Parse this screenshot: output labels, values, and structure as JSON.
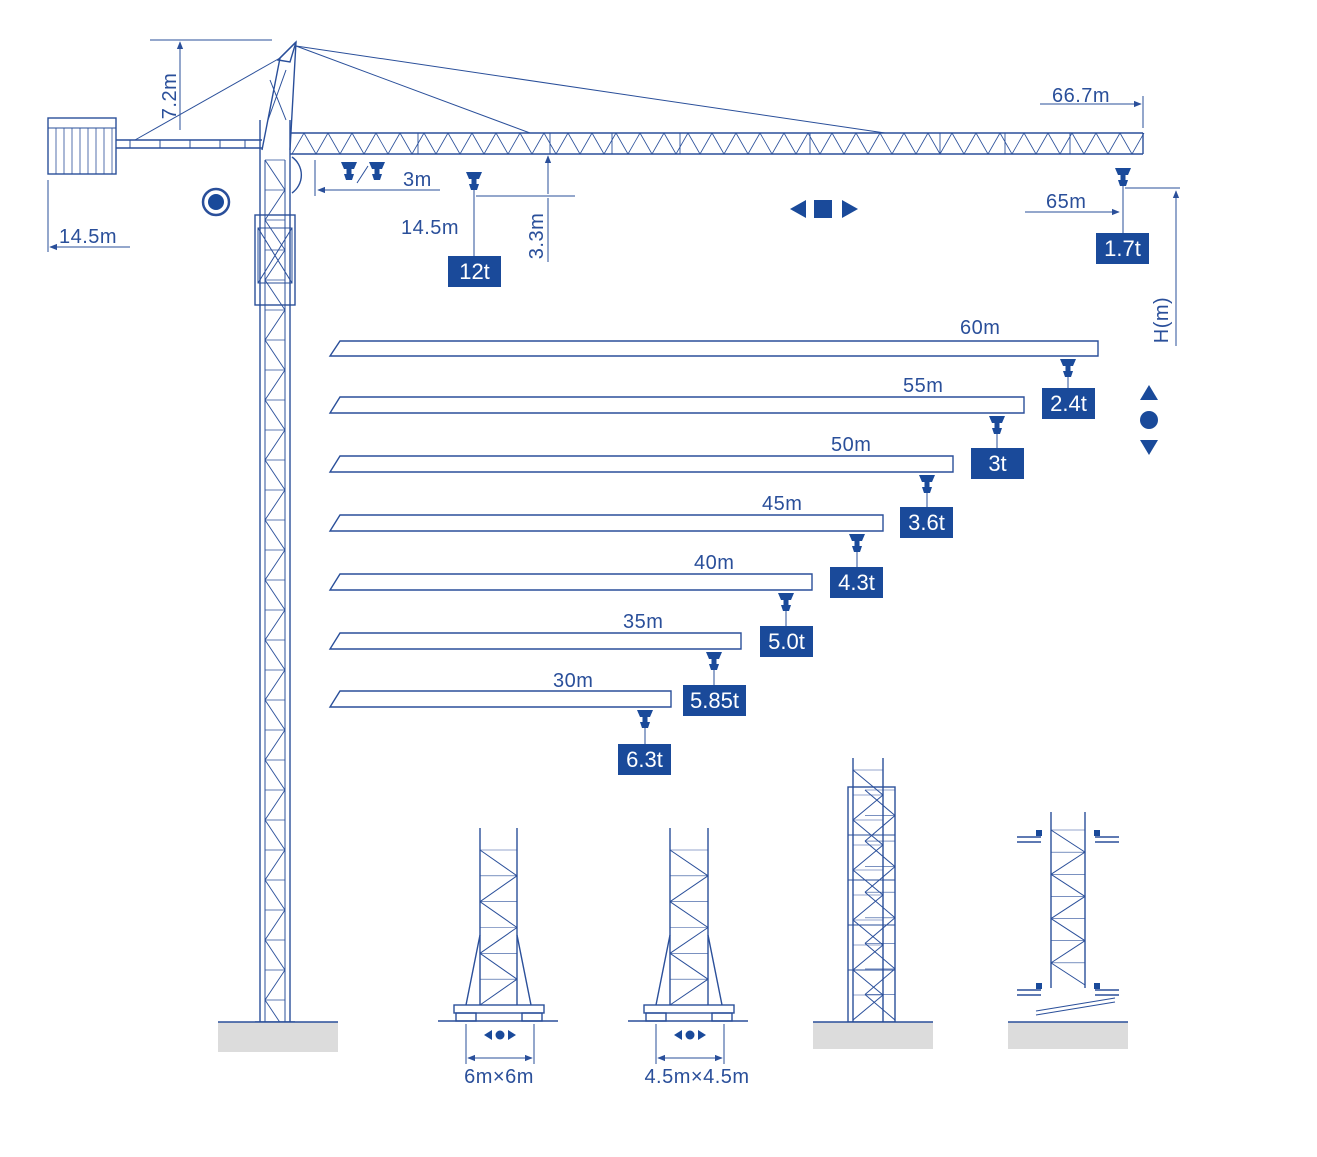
{
  "colors": {
    "line": "#2a4f9a",
    "badge": "#1a4a9a",
    "ground": "#dcdcdc",
    "badge_text": "#ffffff"
  },
  "main": {
    "dim_height": "7.2m",
    "dim_counter_jib": "14.5m",
    "dim_max_radius": "66.7m",
    "dim_min_radius": "3m",
    "dim_radius_12t": "14.5m",
    "dim_hook_offset": "3.3m",
    "dim_tip_radius": "65m",
    "dim_tower_height": "H(m)",
    "load_max": "12t",
    "load_tip": "1.7t"
  },
  "jibs": [
    {
      "length": "60m",
      "load": "2.4t"
    },
    {
      "length": "55m",
      "load": "3t"
    },
    {
      "length": "50m",
      "load": "3.6t"
    },
    {
      "length": "45m",
      "load": "4.3t"
    },
    {
      "length": "40m",
      "load": "5.0t"
    },
    {
      "length": "35m",
      "load": "5.85t"
    },
    {
      "length": "30m",
      "load": "6.3t"
    }
  ],
  "bases": [
    {
      "name": "fixed-base-large",
      "label": "6m×6m"
    },
    {
      "name": "fixed-base-small",
      "label": "4.5m×4.5m"
    },
    {
      "name": "travelling-base",
      "label": ""
    },
    {
      "name": "internal-climbing",
      "label": ""
    }
  ]
}
